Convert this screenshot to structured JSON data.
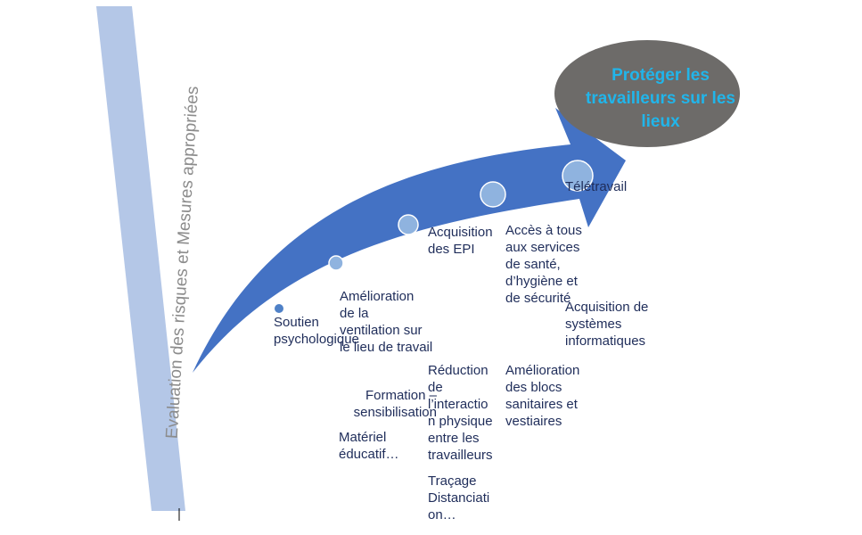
{
  "vertical_bar": {
    "label": "Evaluation des risques et Mesures appropriées"
  },
  "goal": {
    "text": "Protéger les travailleurs sur les lieux"
  },
  "colors": {
    "arrow": "#4472c4",
    "bar": "#b4c7e7",
    "goal_ellipse": "#6d6b69",
    "goal_text": "#21b5ea",
    "step_text": "#1f2d5a",
    "dot_fill": "#8fb3df"
  },
  "steps": [
    {
      "text": "Soutien\npsychologique"
    },
    {
      "text": "Amélioration\nde la\nventilation sur\nle lieu de travail"
    },
    {
      "text": "Formation –\nsensibilisation"
    },
    {
      "text": "Matériel\néducatif…"
    },
    {
      "text": "Acquisition\ndes EPI"
    },
    {
      "text": "Réduction\nde\nl’interactio\nn physique\nentre les\ntravailleurs"
    },
    {
      "text": "Traçage\nDistanciati\non…"
    },
    {
      "text": "Accès à tous\naux services\nde santé,\nd’hygiène et\nde sécurité"
    },
    {
      "text": "Amélioration\ndes blocs\nsanitaires et\nvestiaires"
    },
    {
      "text": "Télétravail"
    },
    {
      "text": "Acquisition de\nsystèmes\ninformatiques"
    }
  ]
}
